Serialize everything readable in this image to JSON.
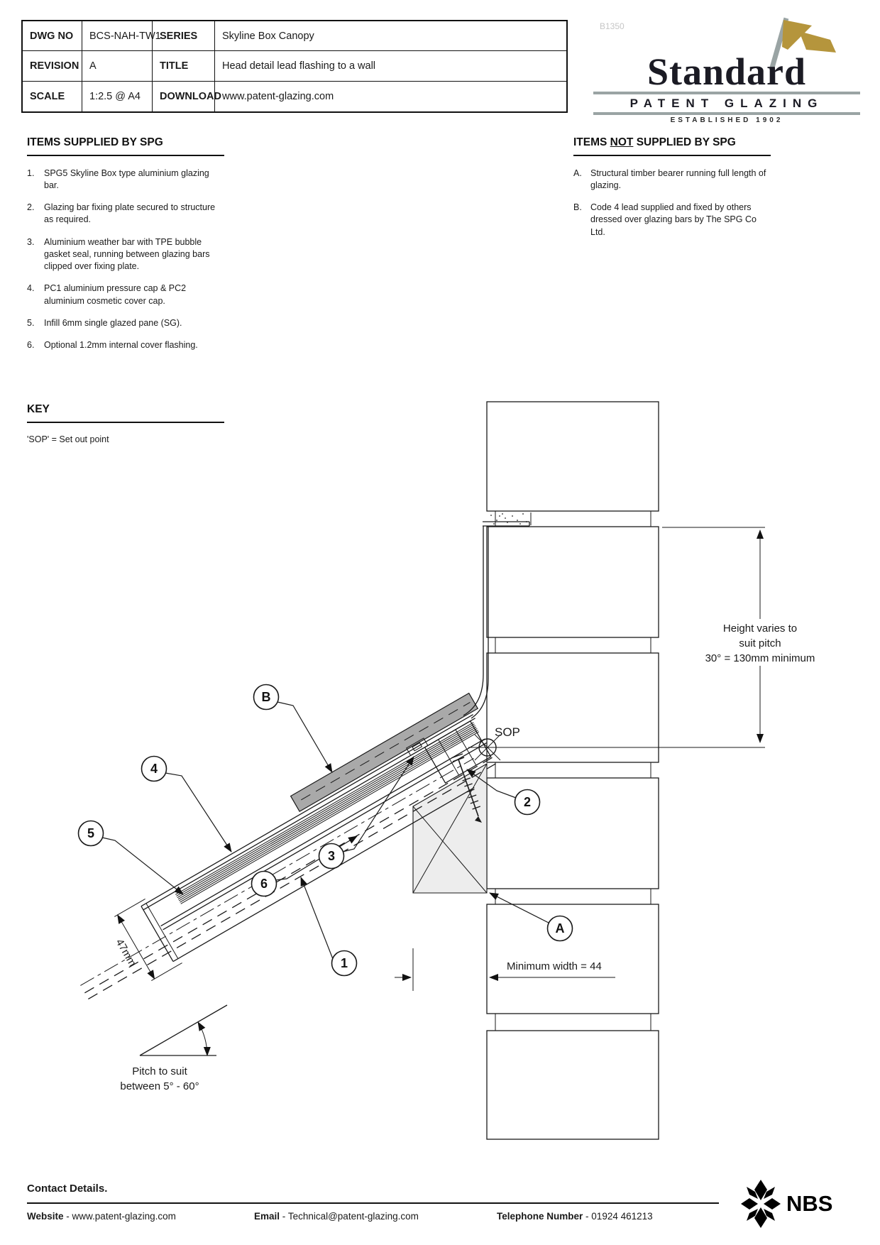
{
  "title_block": {
    "rows": [
      {
        "label1": "DWG NO",
        "value1": "BCS-NAH-TW1",
        "label2": "SERIES",
        "value2": "Skyline Box Canopy"
      },
      {
        "label1": "REVISION",
        "value1": "A",
        "label2": "TITLE",
        "value2": "Head detail lead flashing to a wall"
      },
      {
        "label1": "SCALE",
        "value1": "1:2.5 @ A4",
        "label2": "DOWNLOAD",
        "value2": "www.patent-glazing.com"
      }
    ]
  },
  "watermark": "B1350",
  "logo": {
    "name": "Standard",
    "subtitle": "PATENT GLAZING",
    "established": "ESTABLISHED 1902",
    "gold": "#b5953c",
    "gray": "#9aa4a4"
  },
  "supplied": {
    "heading": "ITEMS SUPPLIED BY SPG",
    "items": [
      {
        "num": "1.",
        "text": "SPG5 Skyline Box type aluminium glazing bar."
      },
      {
        "num": "2.",
        "text": "Glazing bar fixing plate secured to structure as required."
      },
      {
        "num": "3.",
        "text": "Aluminium weather bar with TPE bubble gasket seal, running between glazing bars clipped over fixing plate."
      },
      {
        "num": "4.",
        "text": "PC1 aluminium pressure cap & PC2 aluminium cosmetic cover cap."
      },
      {
        "num": "5.",
        "text": "Infill 6mm single glazed pane (SG)."
      },
      {
        "num": "6.",
        "text": "Optional 1.2mm internal cover flashing."
      }
    ]
  },
  "not_supplied": {
    "heading_pre": "ITEMS ",
    "heading_not": "NOT",
    "heading_post": " SUPPLIED BY SPG",
    "items": [
      {
        "num": "A.",
        "text": "Structural timber bearer running full length of glazing."
      },
      {
        "num": "B.",
        "text": "Code 4 lead supplied and fixed by others dressed over glazing bars by The SPG Co Ltd."
      }
    ]
  },
  "key": {
    "heading": "KEY",
    "entry": "'SOP' = Set out point"
  },
  "drawing": {
    "sop_label": "SOP",
    "height_dim_line1": "Height varies to",
    "height_dim_line2": "suit pitch",
    "height_dim_line3": "30° = 130mm minimum",
    "min_width_label": "Minimum width = 44",
    "bar_depth_label": "47mm",
    "pitch_line1": "Pitch to suit",
    "pitch_line2": "between 5° - 60°",
    "balloons": {
      "b": "B",
      "a": "A",
      "n1": "1",
      "n2": "2",
      "n3": "3",
      "n4": "4",
      "n5": "5",
      "n6": "6"
    },
    "lead_color": "#a9a9a9",
    "timber_color": "#ededed"
  },
  "footer": {
    "heading": "Contact Details.",
    "website_label": "Website",
    "website_value": "www.patent-glazing.com",
    "email_label": "Email",
    "email_value": "Technical@patent-glazing.com",
    "phone_label": "Telephone Number",
    "phone_value": "01924 461213",
    "separator": "-",
    "nbs": "NBS"
  }
}
